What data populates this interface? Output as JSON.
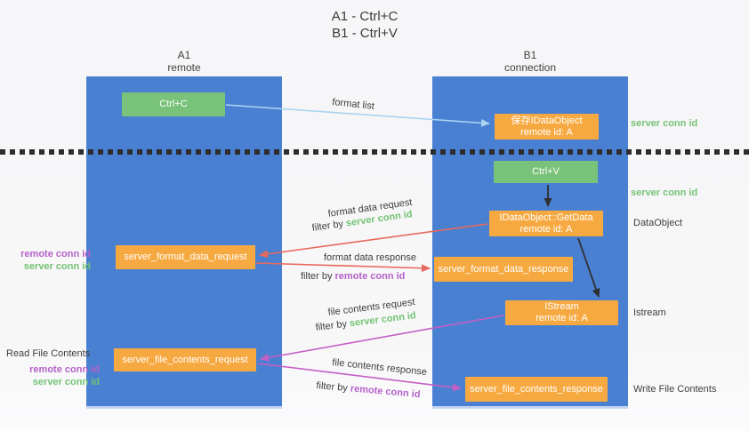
{
  "title": {
    "line1": "A1 - Ctrl+C",
    "line2": "B1 - Ctrl+V"
  },
  "lanes": [
    {
      "name": "A1",
      "subtitle": "remote"
    },
    {
      "name": "B1",
      "subtitle": "connection"
    }
  ],
  "nodes": {
    "ctrl_c": {
      "label": "Ctrl+C"
    },
    "save_idataobject": {
      "line1": "保存IDataObject",
      "line2": "remote id: A"
    },
    "ctrl_v": {
      "label": "Ctrl+V"
    },
    "getdata": {
      "line1": "IDataObject::GetData",
      "line2": "remote id: A"
    },
    "server_format_data_request": {
      "label": "server_format_data_request"
    },
    "server_format_data_response": {
      "label": "server_format_data_response"
    },
    "istream": {
      "line1": "IStream",
      "line2": "remote id: A"
    },
    "server_file_contents_request": {
      "label": "server_file_contents_request"
    },
    "server_file_contents_response": {
      "label": "server_file_contents_response"
    }
  },
  "messages": {
    "format_list": {
      "label": "format list"
    },
    "format_data_request": {
      "label": "format data request",
      "filter_prefix": "filter by",
      "filter_value": "server conn id"
    },
    "format_data_response": {
      "label": "format data response",
      "filter_prefix": "filter by",
      "filter_value": "remote conn id"
    },
    "file_contents_request": {
      "label": "file contents request",
      "filter_prefix": "filter by",
      "filter_value": "server conn id"
    },
    "file_contents_response": {
      "label": "file contents response",
      "filter_prefix": "filter by",
      "filter_value": "remote conn id"
    }
  },
  "side_labels": {
    "server_conn_id_top": "server conn id",
    "server_conn_id_mid": "server conn id",
    "dataobject": "DataObject",
    "istream": "Istream",
    "write_file_contents": "Write File Contents",
    "read_file_contents": "Read File Contents",
    "left_pair_1": {
      "remote": "remote conn id",
      "server": "server conn id"
    },
    "left_pair_2": {
      "remote": "remote conn id",
      "server": "server conn id"
    }
  },
  "colors": {
    "lane_blue": "#4a80d2",
    "node_green": "#79c279",
    "node_orange": "#f7a941",
    "arrow_lightblue": "#a9d3f0",
    "arrow_red": "#e8695d",
    "arrow_magenta": "#c45ec4",
    "arrow_black": "#2f2f2f",
    "conn_id_green": "#74c374",
    "conn_id_purple": "#b561c9",
    "text_dark": "#3f3f3f"
  }
}
